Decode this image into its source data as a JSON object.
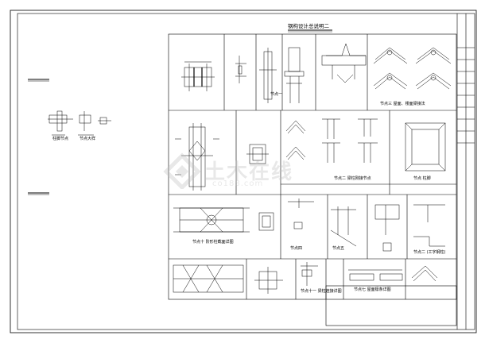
{
  "sheet_title": "钢构设计总说明二",
  "watermark": {
    "text": "土木在线",
    "sub": "co188.com"
  },
  "panel_labels": {
    "p1": "节点一",
    "p2": "节点三 屋面、楼面梁接法",
    "p3": "节点二 梁柱刚接节点",
    "p4": "节点 柱脚",
    "p5": "节点十 阶形柱截面详图",
    "p6": "节点四",
    "p7": "节点五",
    "p8": "节点二 (工字钢柱)",
    "p9": "节点十一 梁柱连接详图",
    "p10": "节点七 屋面檩条详图",
    "left1": "柱脚节点",
    "left2": "节点大样"
  },
  "colors": {
    "line": "#000000",
    "paper": "#ffffff",
    "watermark": "#bfbfbf"
  }
}
